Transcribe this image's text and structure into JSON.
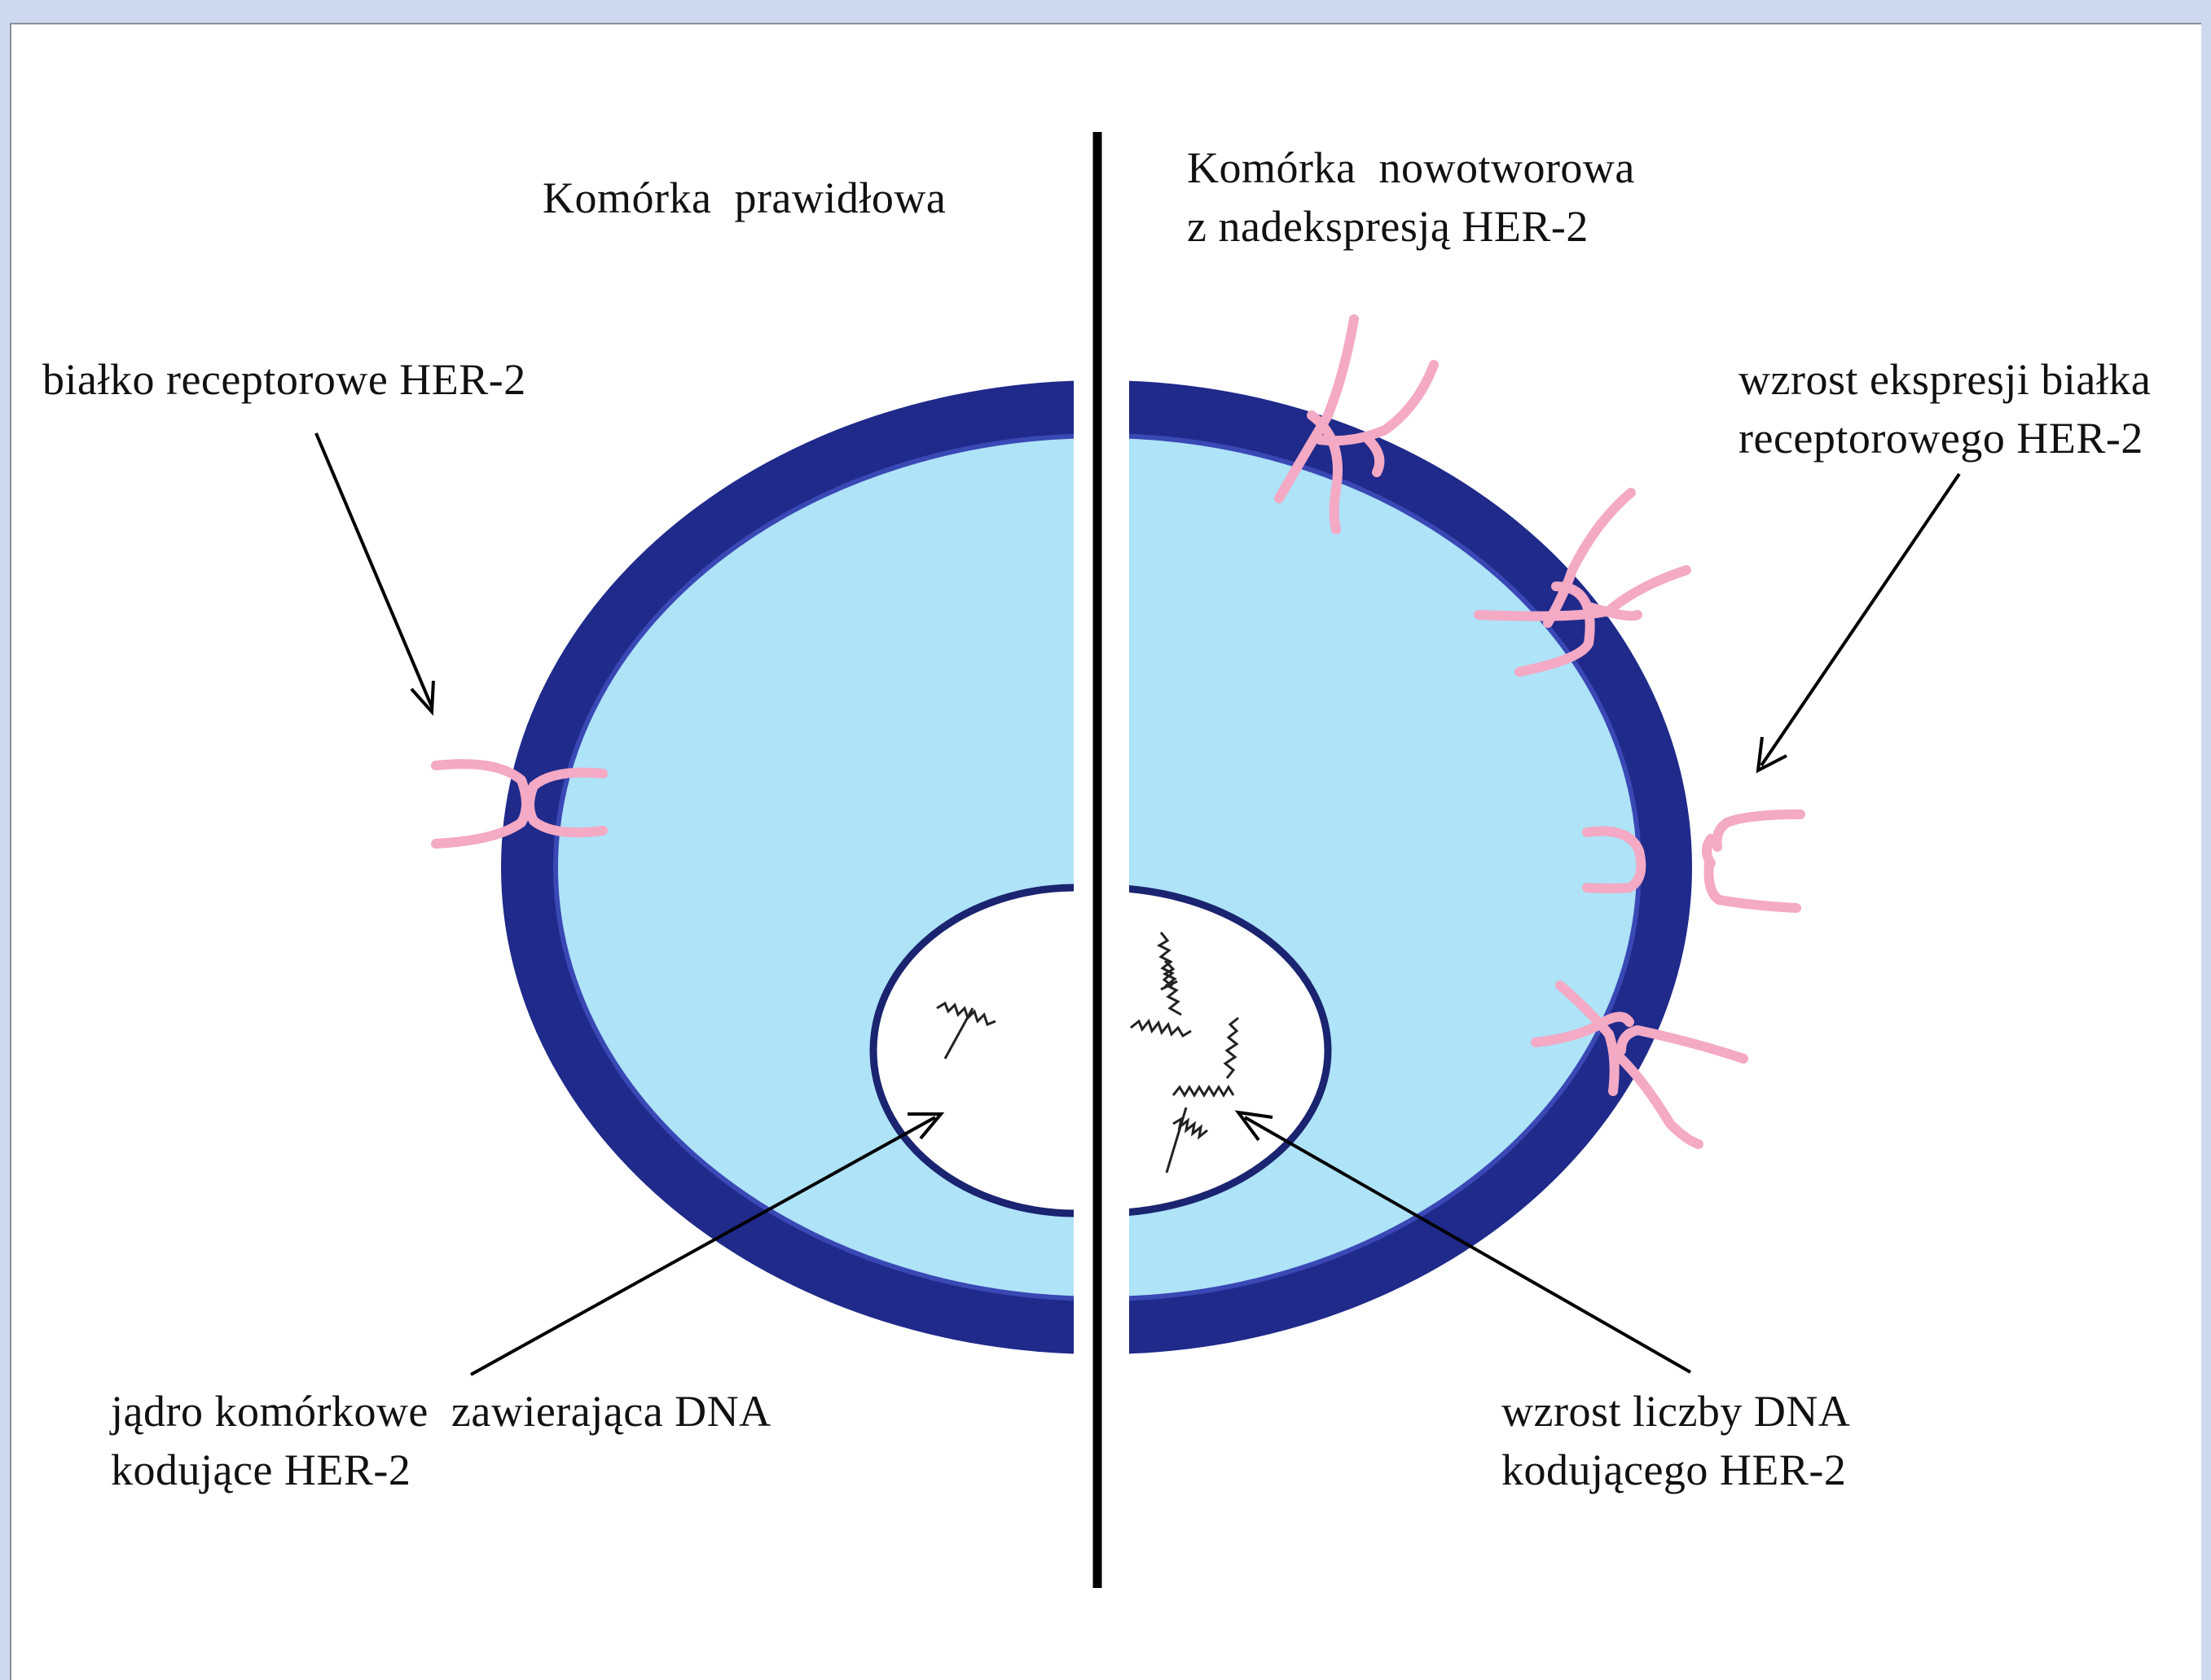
{
  "labels": {
    "normal_title": "Komórka  prawidłowa",
    "tumor_title_1": "Komórka  nowotworowa",
    "tumor_title_2": "z nadekspresją HER-2",
    "receptor_1": "białko receptorowe HER-2",
    "increase_expr_1": "wzrost ekspresji białka",
    "increase_expr_2": "receptorowego HER-2",
    "nucleus_1": "jądro komórkowe  zawierająca DNA",
    "nucleus_2": "kodujące HER-2",
    "dna_increase_1": "wzrost liczby DNA",
    "dna_increase_2": "kodującego HER-2"
  },
  "colors": {
    "page_background": "#cdd9ef",
    "membrane": "#1f2a8a",
    "membrane_inner_edge": "#3a48b5",
    "cytoplasm": "#aee3f8",
    "receptor": "#f4a9c4",
    "divider": "#000000"
  }
}
